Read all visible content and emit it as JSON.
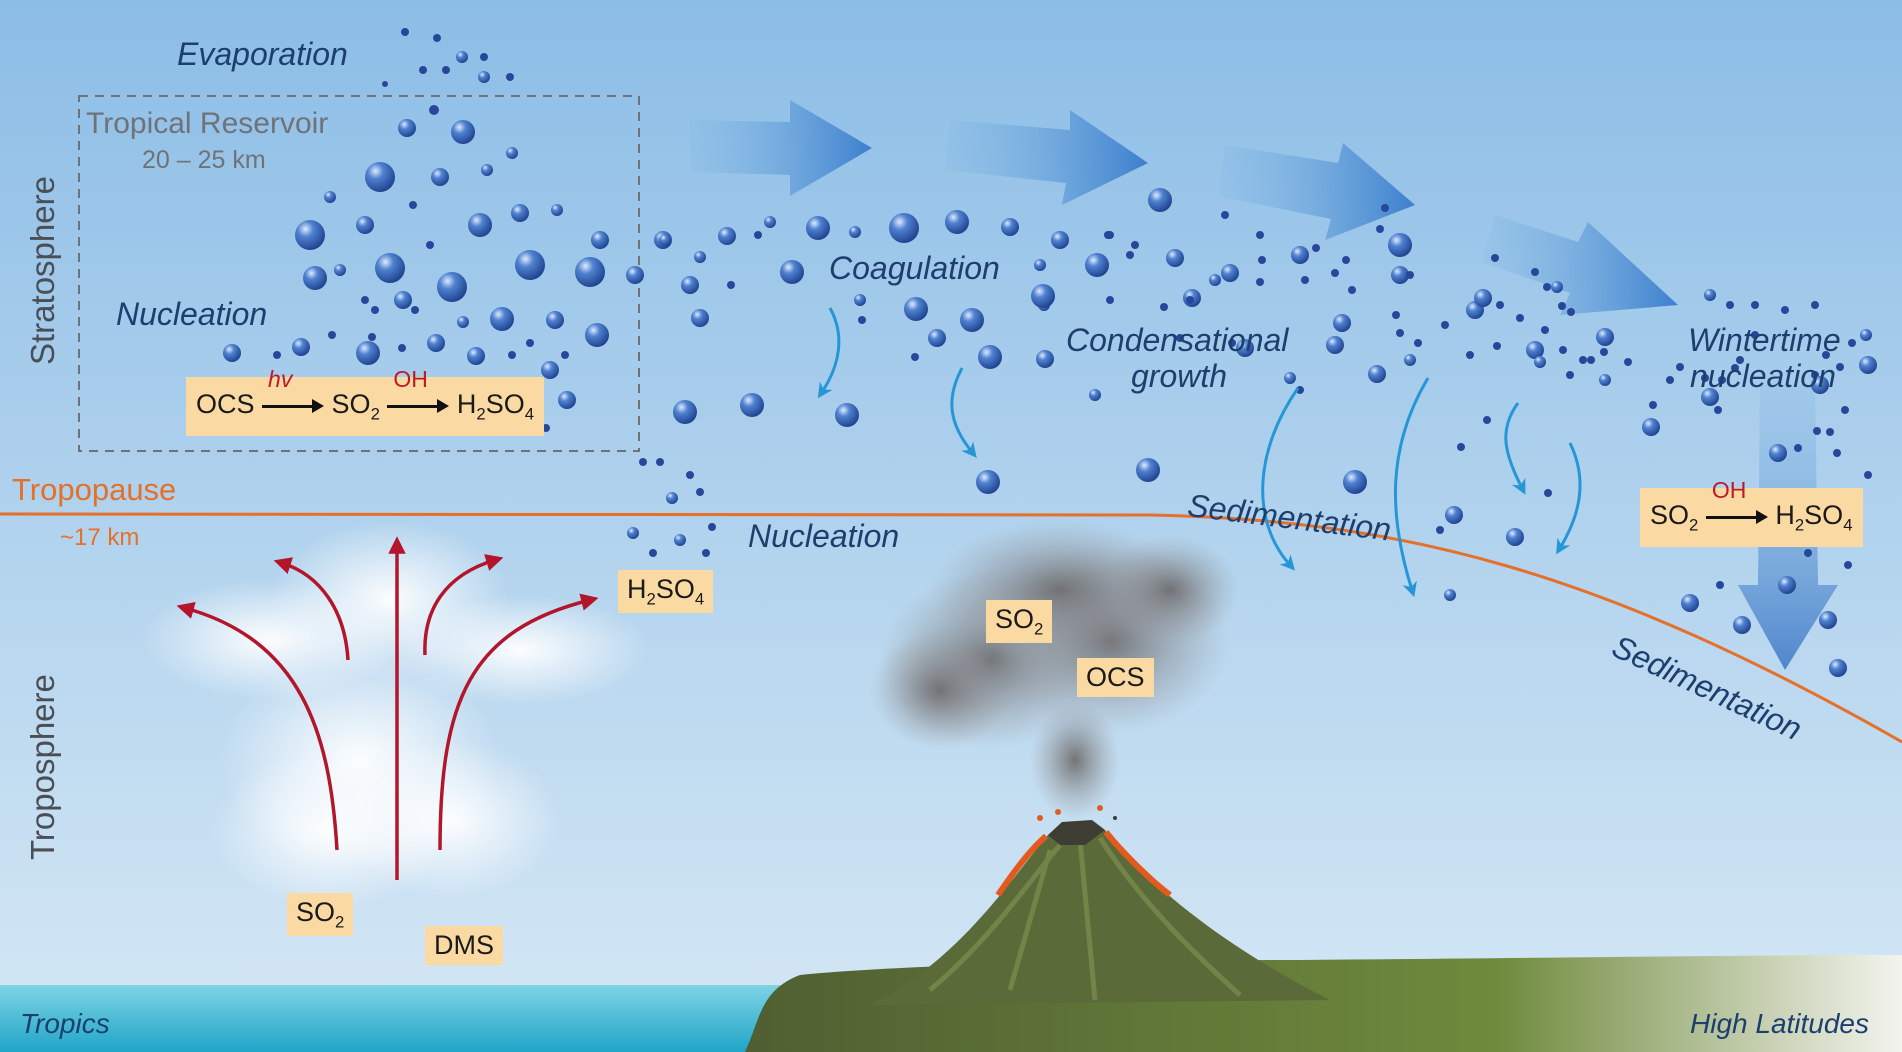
{
  "labels": {
    "evaporation": "Evaporation",
    "reservoir_title": "Tropical Reservoir",
    "reservoir_range": "20 – 25 km",
    "nucleation_left": "Nucleation",
    "nucleation_mid": "Nucleation",
    "coagulation": "Coagulation",
    "condensational_growth_1": "Condensational",
    "condensational_growth_2": "growth",
    "wintertime_1": "Wintertime",
    "wintertime_2": "nucleation",
    "sedimentation_1": "Sedimentation",
    "sedimentation_2": "Sedimentation",
    "tropopause": "Tropopause",
    "tropopause_height": "~17 km",
    "stratosphere": "Stratosphere",
    "troposphere": "Troposphere",
    "tropics": "Tropics",
    "high_latitudes": "High Latitudes"
  },
  "reactions": {
    "reservoir": {
      "reactant": "OCS",
      "cat1": "hv",
      "mid": "SO",
      "mid_sub": "2",
      "cat2": "OH",
      "prod": "H",
      "prod_sub1": "2",
      "prod_mid": "SO",
      "prod_sub2": "4"
    },
    "wintertime": {
      "reactant": "SO",
      "reactant_sub": "2",
      "cat": "OH",
      "prod": "H",
      "prod_sub1": "2",
      "prod_mid": "SO",
      "prod_sub2": "4"
    }
  },
  "species": {
    "h2so4_mid": {
      "a": "H",
      "s1": "2",
      "b": "SO",
      "s2": "4"
    },
    "so2_volcano": {
      "a": "SO",
      "s": "2"
    },
    "ocs_volcano": "OCS",
    "so2_cloud": {
      "a": "SO",
      "s": "2"
    },
    "dms_cloud": "DMS"
  },
  "colors": {
    "sky_top": "#8cbde6",
    "sky_bottom": "#cfe4f5",
    "tropopause_line": "#e4702a",
    "updraft_arrows": "#b3152b",
    "droplet": "#2f63b4",
    "sedimentation_arrows": "#2596d6",
    "species_box": "#fbd9a3",
    "ocean": "#3fbcd6",
    "land": "#5c6e38"
  }
}
